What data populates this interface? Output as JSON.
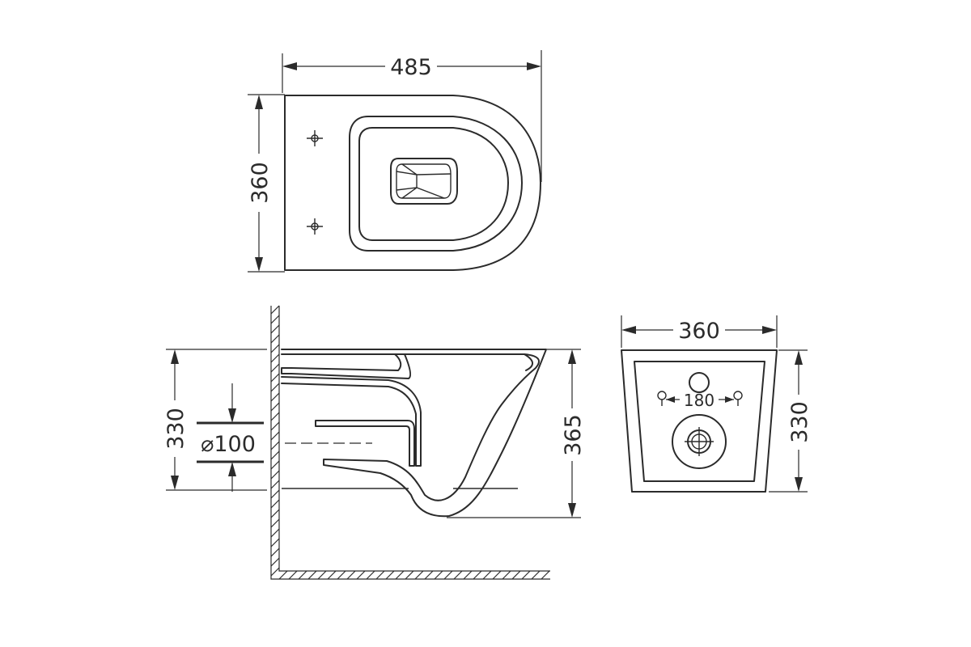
{
  "top_view": {
    "width_label": "485",
    "depth_label": "360"
  },
  "side_view": {
    "height_label": "330",
    "pipe_label": "⌀100",
    "total_height_label": "365"
  },
  "front_view": {
    "width_label": "360",
    "bolt_spacing_label": "180",
    "height_label": "330"
  },
  "colors": {
    "line": "#2b2b2b",
    "background": "#ffffff"
  }
}
